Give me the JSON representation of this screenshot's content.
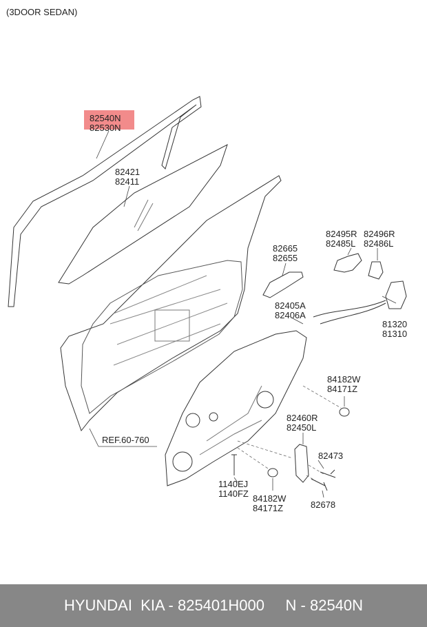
{
  "variant": "(3DOOR SEDAN)",
  "labels": {
    "weatherstrip_a": "82540N",
    "weatherstrip_b": "82530N",
    "glass_a": "82421",
    "glass_b": "82411",
    "handle_a": "82665",
    "handle_b": "82655",
    "bracket_r": "82495R",
    "bracket_l": "82485L",
    "bracket2_r": "82496R",
    "bracket2_l": "82486L",
    "cable_a": "82405A",
    "cable_b": "82406A",
    "latch_a": "81320",
    "latch_b": "81310",
    "plug_w": "84182W",
    "plug_z": "84171Z",
    "regulator_r": "82460R",
    "regulator_l": "82450L",
    "bolt1": "82473",
    "bolt2": "82678",
    "screw_ej": "1140EJ",
    "screw_fz": "1140FZ",
    "plug2_w": "84182W",
    "plug2_z": "84171Z",
    "ref": "REF.60-760"
  },
  "highlight_color": "#f28b8b",
  "footer": {
    "text": "HYUNDAI  KIA - 825401H000     N - 82540N"
  }
}
